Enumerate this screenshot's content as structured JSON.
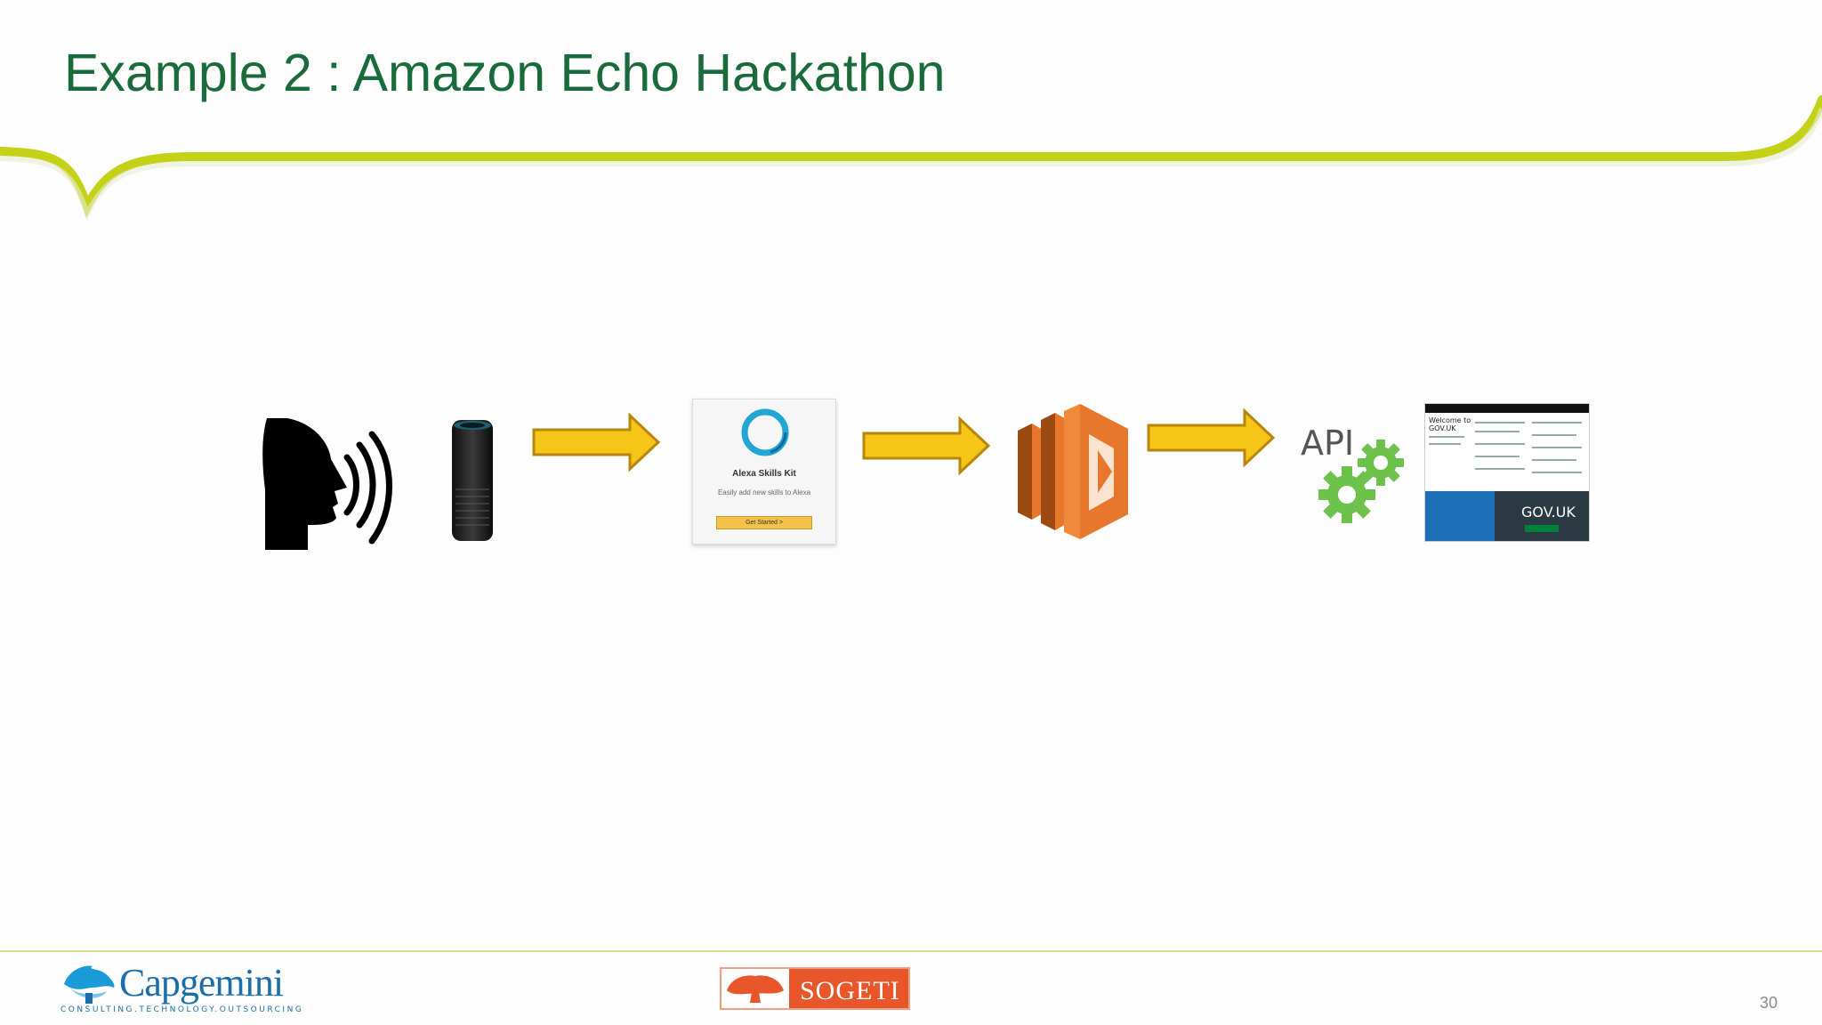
{
  "slide": {
    "title": "Example 2 : Amazon Echo Hackathon",
    "page_number": "30"
  },
  "colors": {
    "title_green": "#1a6b3c",
    "swoosh_green": "#c3d117",
    "arrow_fill": "#f5c518",
    "arrow_stroke": "#b8860b",
    "lambda_orange": "#e8772e",
    "soge_orange": "#e8562a",
    "cap_blue": "#1a6eaa"
  },
  "flow": {
    "alexa_card": {
      "title": "Alexa Skills Kit",
      "subtitle": "Easily add new skills to Alexa",
      "button": "Get Started >"
    },
    "api_label": "API",
    "gov_site": {
      "label": "GOV.UK",
      "heading": "Welcome to\nGOV.UK"
    }
  },
  "footer": {
    "capgemini": "Capgemini",
    "capgemini_tagline": "CONSULTING.TECHNOLOGY.OUTSOURCING",
    "sogeti": "SOGETI"
  }
}
